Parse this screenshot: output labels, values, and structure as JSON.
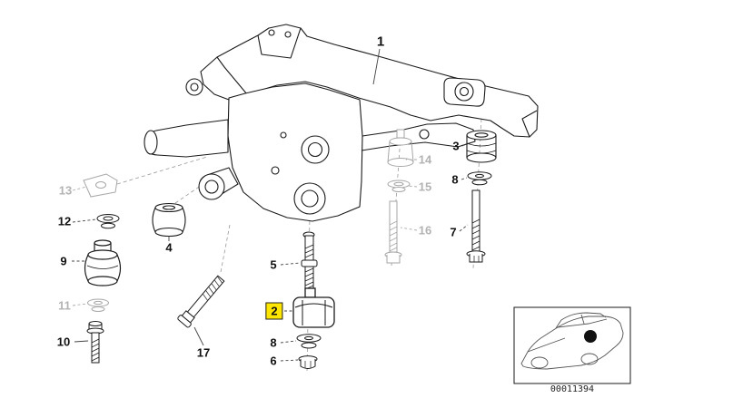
{
  "diagram": {
    "document_code": "00011394",
    "callouts": [
      {
        "id": "1",
        "label": "1",
        "state": "normal"
      },
      {
        "id": "13",
        "label": "13",
        "state": "muted"
      },
      {
        "id": "12",
        "label": "12",
        "state": "normal"
      },
      {
        "id": "4",
        "label": "4",
        "state": "normal"
      },
      {
        "id": "9",
        "label": "9",
        "state": "normal"
      },
      {
        "id": "11",
        "label": "11",
        "state": "muted"
      },
      {
        "id": "10",
        "label": "10",
        "state": "normal"
      },
      {
        "id": "17",
        "label": "17",
        "state": "normal"
      },
      {
        "id": "5",
        "label": "5",
        "state": "normal"
      },
      {
        "id": "2",
        "label": "2",
        "state": "highlighted"
      },
      {
        "id": "8a",
        "label": "8",
        "state": "normal"
      },
      {
        "id": "6",
        "label": "6",
        "state": "normal"
      },
      {
        "id": "14",
        "label": "14",
        "state": "muted"
      },
      {
        "id": "15",
        "label": "15",
        "state": "muted"
      },
      {
        "id": "16",
        "label": "16",
        "state": "muted"
      },
      {
        "id": "3",
        "label": "3",
        "state": "normal"
      },
      {
        "id": "8b",
        "label": "8",
        "state": "normal"
      },
      {
        "id": "7",
        "label": "7",
        "state": "normal"
      }
    ],
    "colors": {
      "line": "#1a1a1a",
      "muted": "#a6a6a6",
      "highlight": "#ffe600",
      "background": "#ffffff"
    }
  }
}
